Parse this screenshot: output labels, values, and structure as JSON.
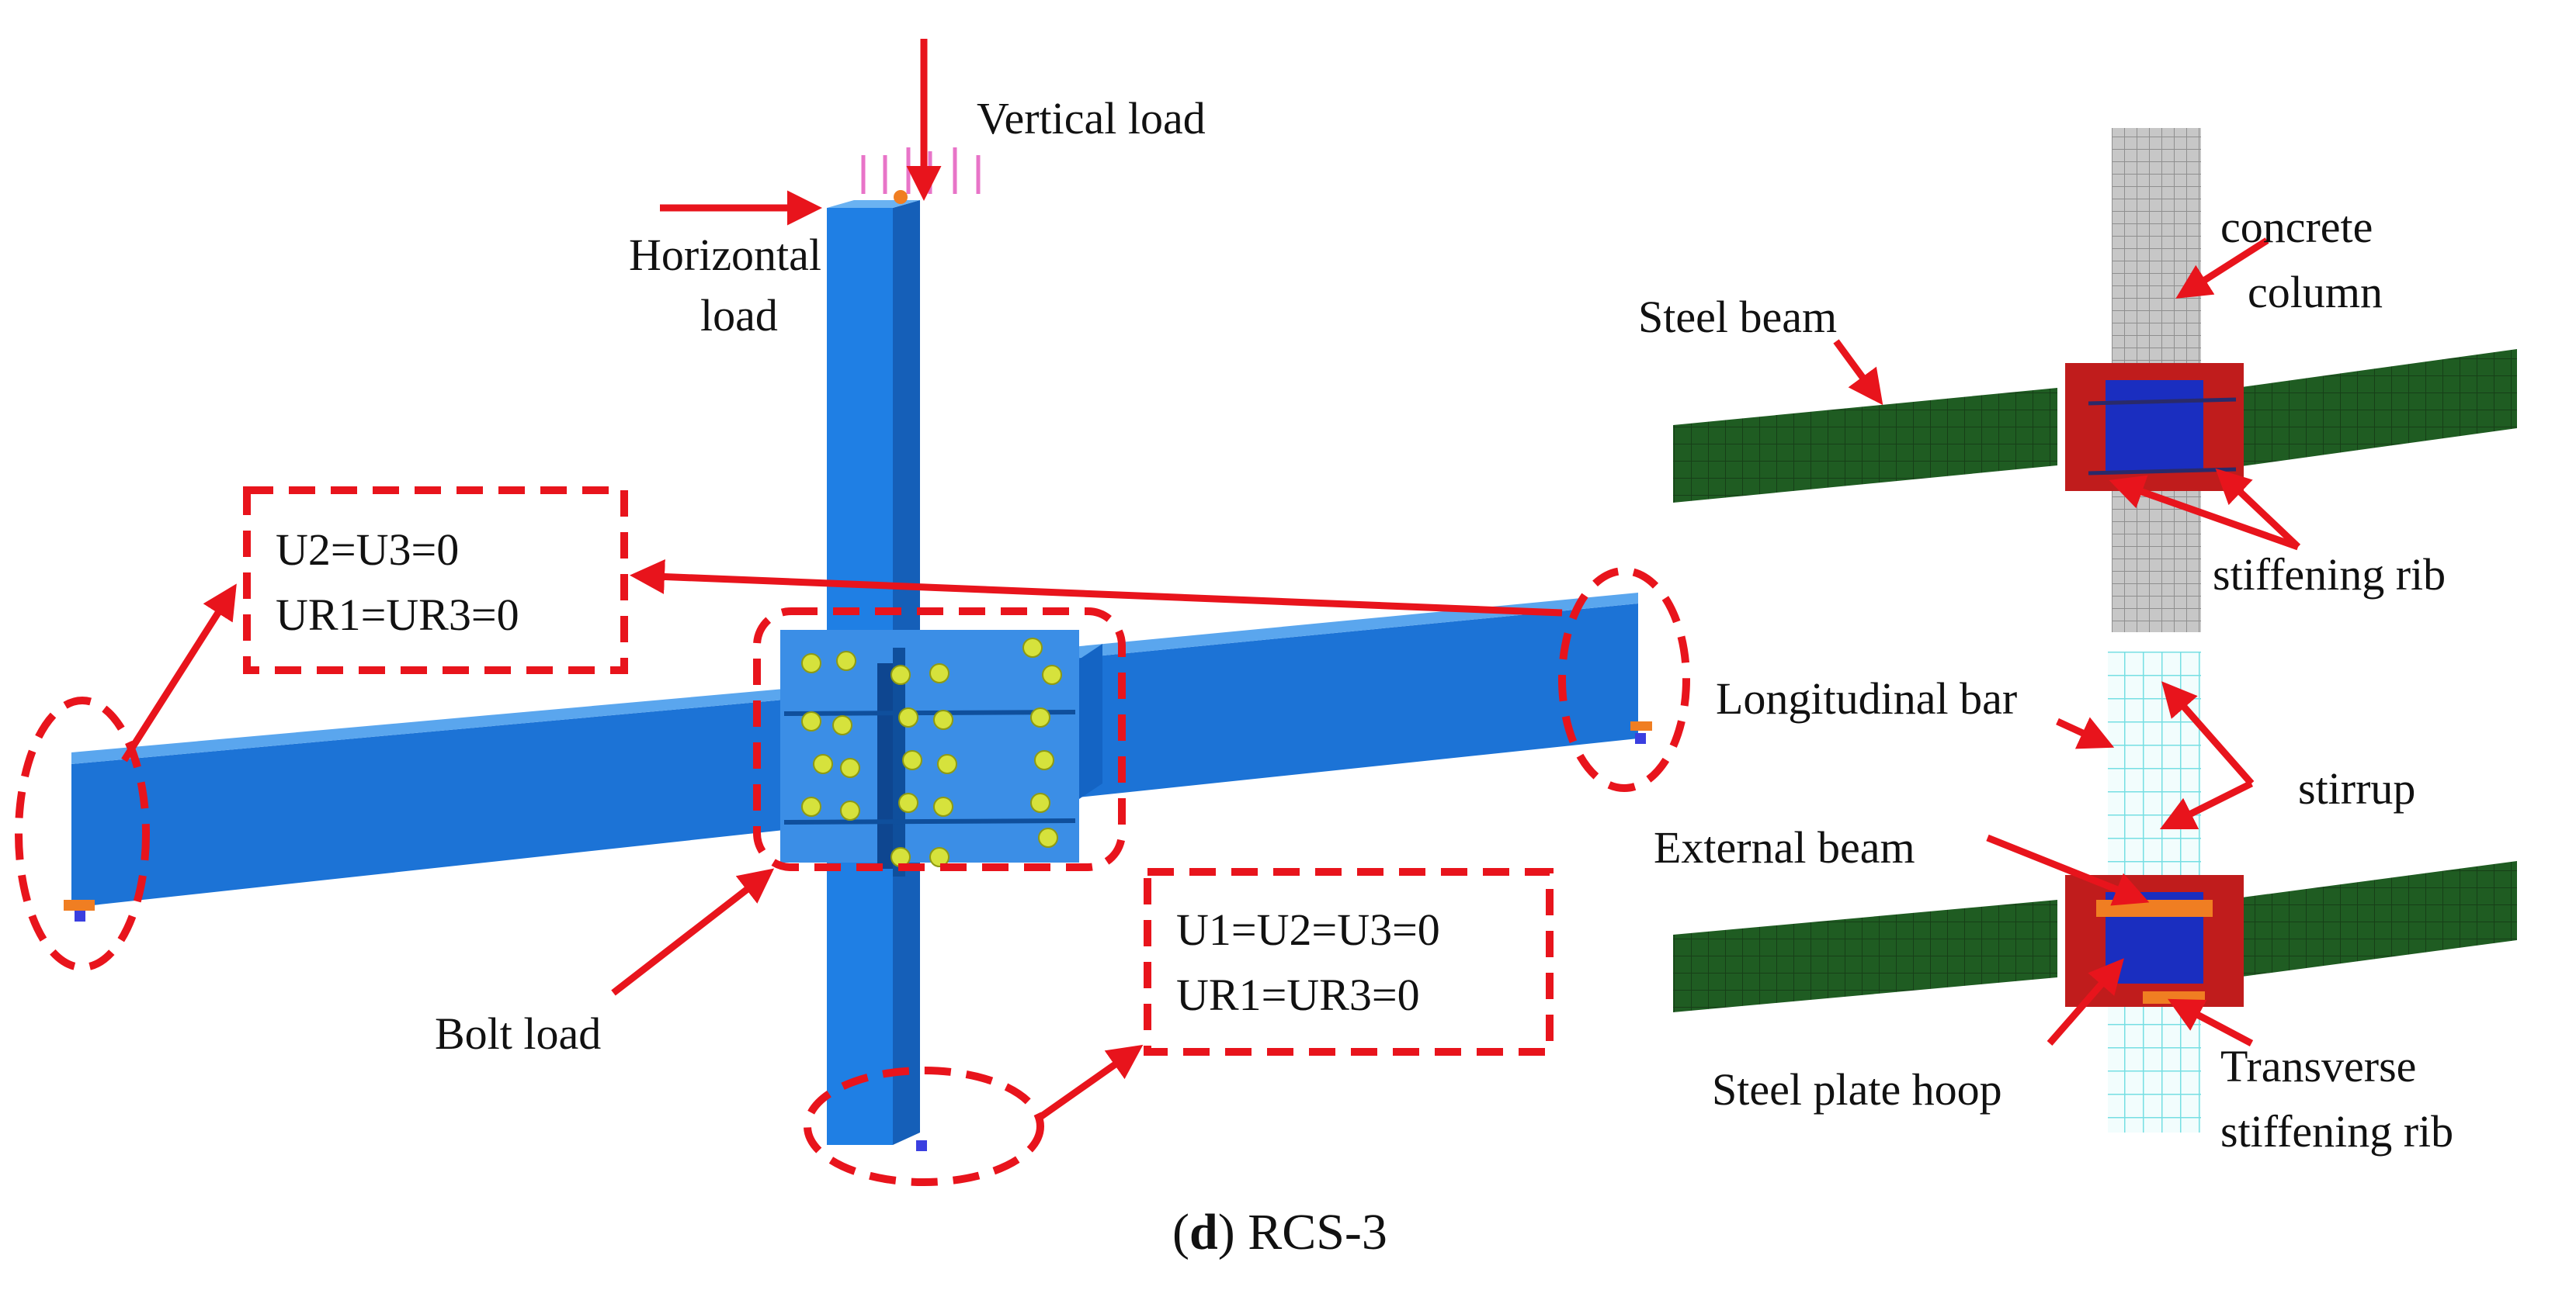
{
  "left_model": {
    "vertical_load": "Vertical load",
    "horizontal_load_line1": "Horizontal",
    "horizontal_load_line2": "load",
    "bolt_load": "Bolt load",
    "bc_beam_line1": "U2=U3=0",
    "bc_beam_line2": "UR1=UR3=0",
    "bc_column_line1": "U1=U2=U3=0",
    "bc_column_line2": "UR1=UR3=0"
  },
  "right_model": {
    "steel_beam": "Steel beam",
    "concrete_column_line1": "concrete",
    "concrete_column_line2": "column",
    "stiffening_rib": "stiffening rib",
    "longitudinal_bar": "Longitudinal bar",
    "stirrup": "stirrup",
    "external_beam": "External beam",
    "steel_plate_hoop": "Steel plate hoop",
    "transverse_stiffening_rib_line1": "Transverse",
    "transverse_stiffening_rib_line2": "stiffening rib"
  },
  "caption": {
    "letter": "d",
    "text": "RCS-3"
  },
  "colors": {
    "annotation_red": "#e8141c",
    "model_blue": "#1d7be0",
    "beam_green": "#1e5a20",
    "column_grey": "#b9b9b9",
    "rebar_cyan": "#6fe0e4"
  }
}
